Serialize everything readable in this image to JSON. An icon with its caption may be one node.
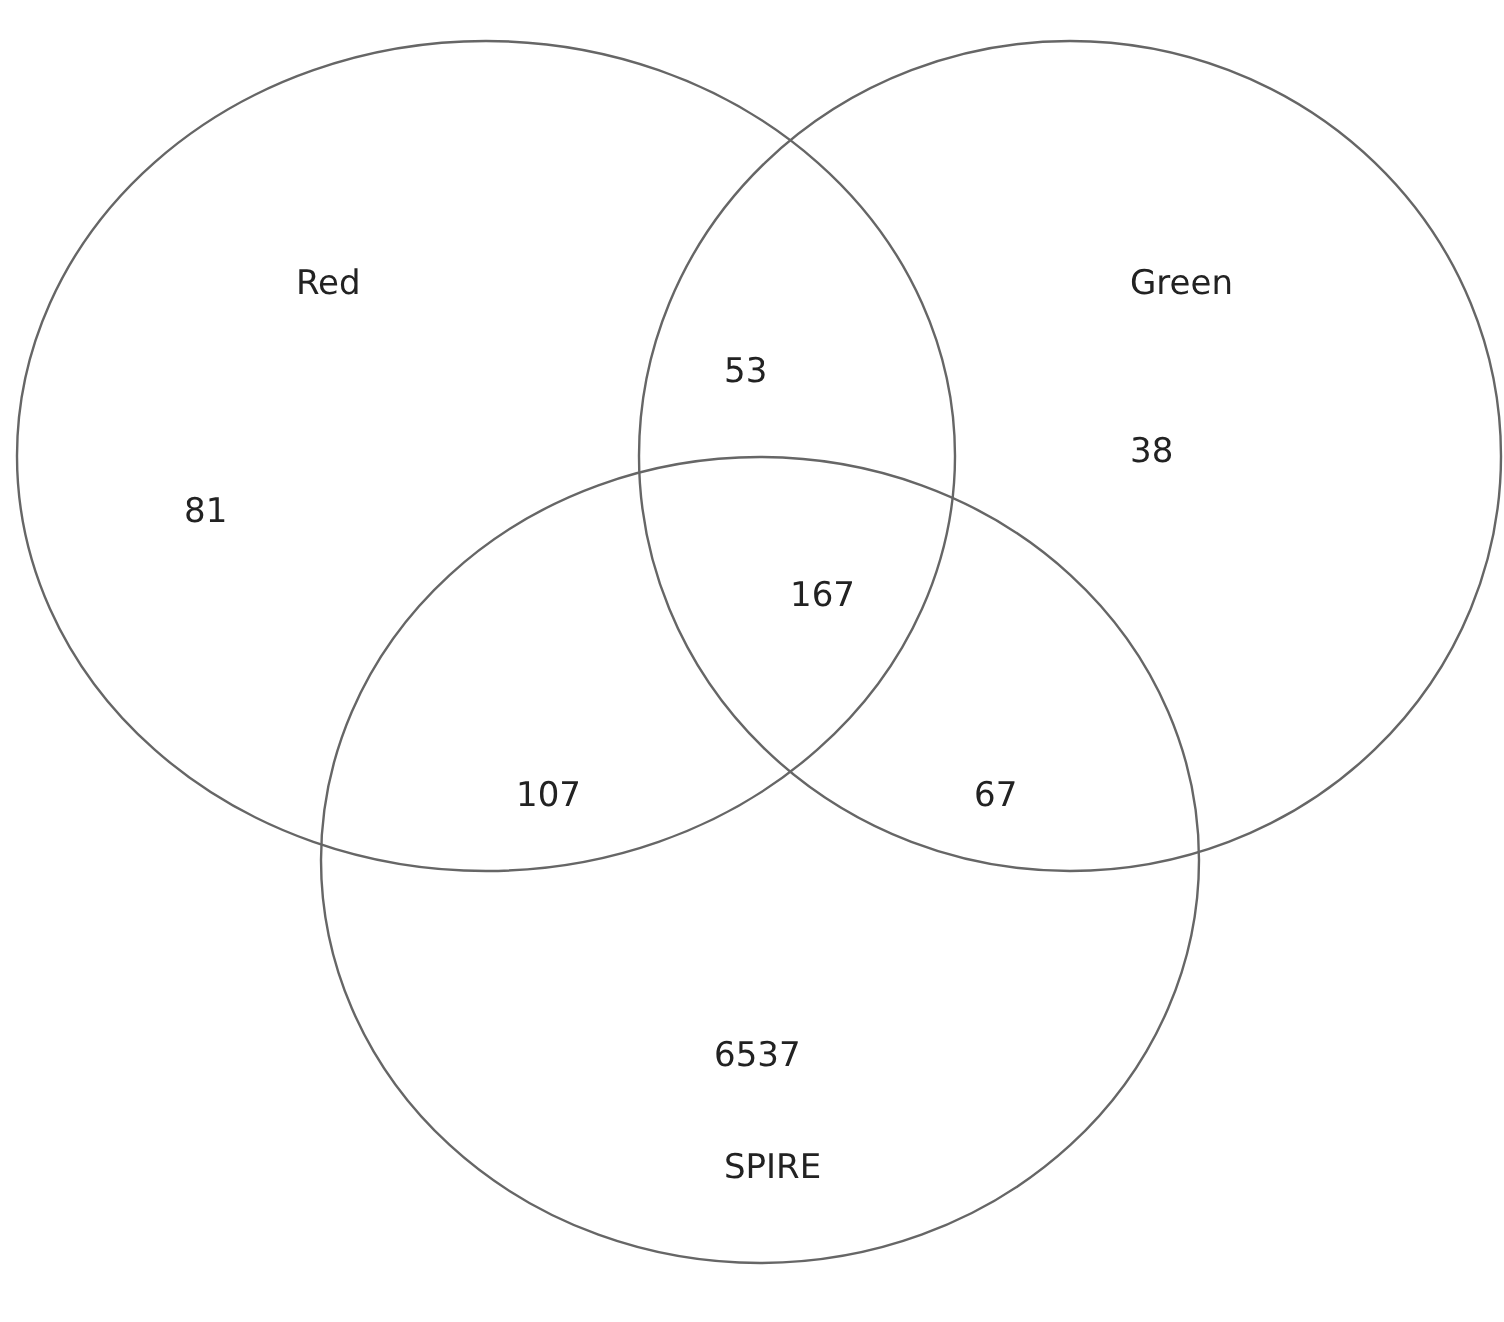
{
  "diagram": {
    "nodes": [
      {
        "text": [
          "Red"
        ]
      },
      {
        "text": [
          "Green"
        ]
      },
      {
        "text": [
          "SPIRE"
        ]
      }
    ],
    "labels": [
      "53",
      "38",
      "81",
      "167",
      "107",
      "67",
      "6537"
    ]
  }
}
